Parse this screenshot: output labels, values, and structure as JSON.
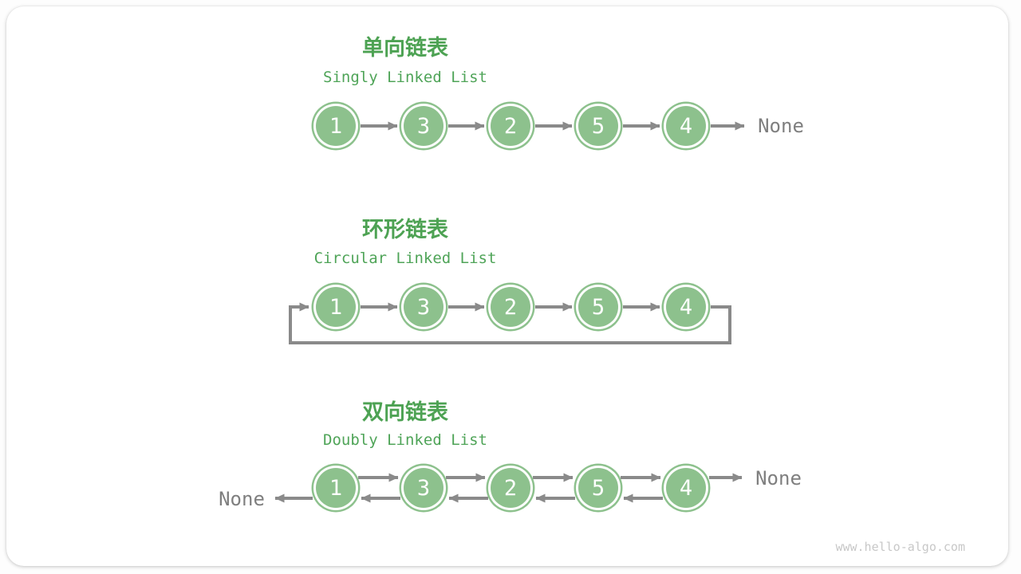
{
  "watermark": "www.hello-algo.com",
  "colors": {
    "node_green": "#8DC18D",
    "heading_green": "#4DA253",
    "subtitle_green": "#4FA458",
    "arrow_gray": "#8A8A8A",
    "none_gray": "#7F7F7F",
    "watermark_gray": "#C8C8C8",
    "card_background": "#FFFFFF"
  },
  "sections": [
    {
      "title_zh": "单向链表",
      "title_en": "Singly Linked List",
      "nodes": [
        "1",
        "3",
        "2",
        "5",
        "4"
      ],
      "tail_label": "None"
    },
    {
      "title_zh": "环形链表",
      "title_en": "Circular Linked List",
      "nodes": [
        "1",
        "3",
        "2",
        "5",
        "4"
      ]
    },
    {
      "title_zh": "双向链表",
      "title_en": "Doubly Linked List",
      "nodes": [
        "1",
        "3",
        "2",
        "5",
        "4"
      ],
      "head_label": "None",
      "tail_label": "None"
    }
  ]
}
